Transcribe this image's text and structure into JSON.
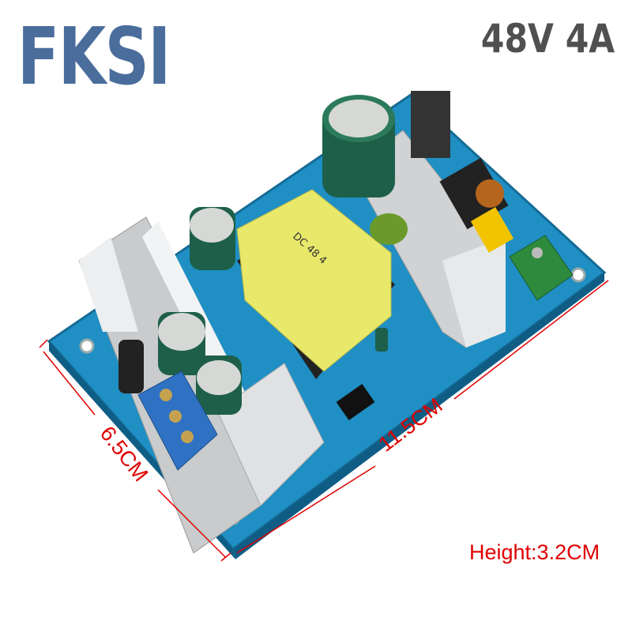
{
  "brand": {
    "logo_text": "FKSI",
    "color": "#4a6d9c"
  },
  "product": {
    "spec": "48V 4A",
    "transformer_label": "DC 48 4",
    "dimensions": {
      "width": "6.5CM",
      "length": "11.5CM",
      "height": "Height:3.2CM"
    }
  },
  "colors": {
    "board": "#1f8fc4",
    "dimension": "#e00000",
    "transformer": "#e8e86a",
    "heatsink": "#d8dadc"
  }
}
